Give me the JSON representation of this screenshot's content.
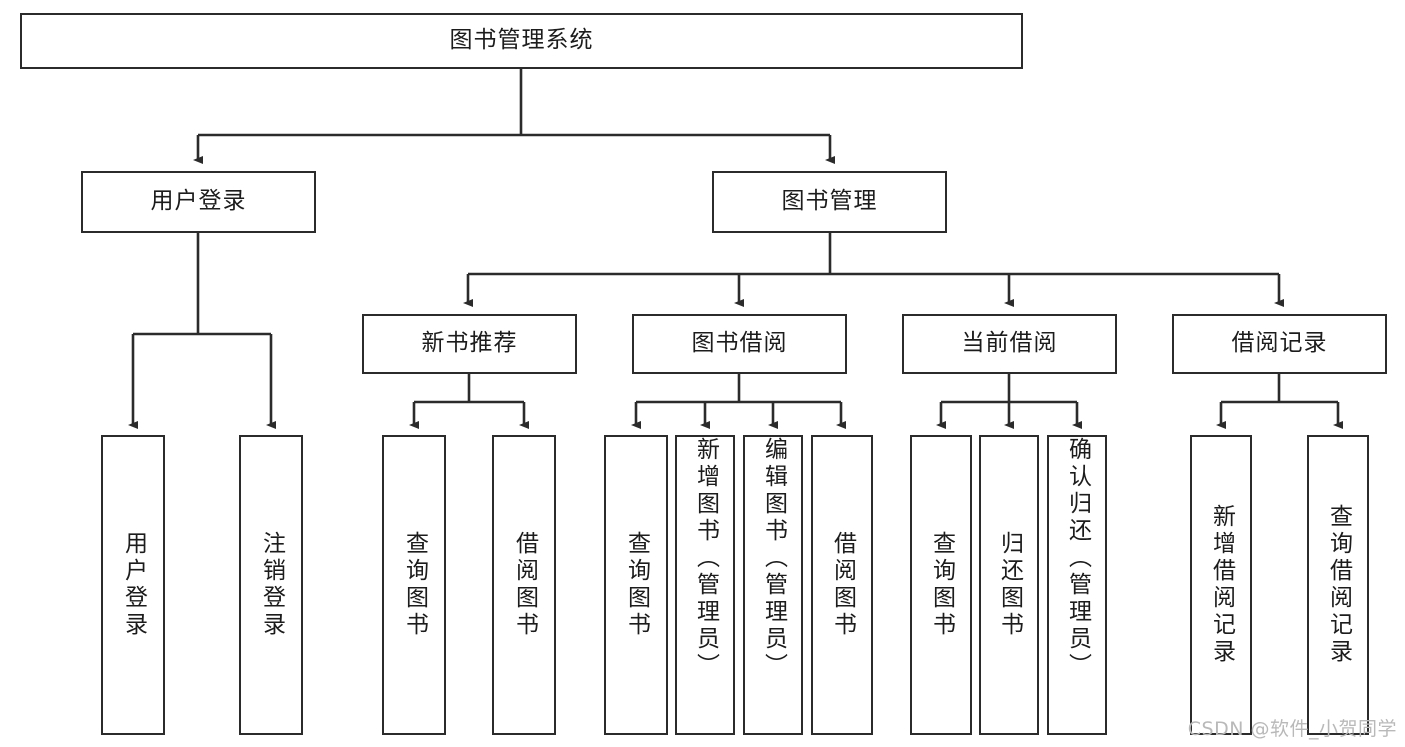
{
  "diagram": {
    "title": "图书管理系统",
    "type": "tree-structure-chart",
    "watermark": "CSDN @软件_小贺同学",
    "colors": {
      "stroke": "#2b2b2b",
      "fill": "#ffffff",
      "text": "#1c1c1c",
      "watermark": "#b9b9b9"
    },
    "nodes": {
      "root": {
        "label": "图书管理系统",
        "level": 1
      },
      "level2": [
        {
          "id": "user-login",
          "label": "用户登录"
        },
        {
          "id": "book-manage",
          "label": "图书管理"
        }
      ],
      "level3": [
        {
          "id": "new-book-recommend",
          "label": "新书推荐"
        },
        {
          "id": "book-borrow",
          "label": "图书借阅"
        },
        {
          "id": "current-borrow",
          "label": "当前借阅"
        },
        {
          "id": "borrow-record",
          "label": "借阅记录"
        }
      ],
      "leaves": {
        "user_login": [
          {
            "id": "leaf-user-login",
            "label": "用户登录"
          },
          {
            "id": "leaf-logout",
            "label": "注销登录"
          }
        ],
        "new_book_recommend": [
          {
            "id": "leaf-query-book-1",
            "label": "查询图书"
          },
          {
            "id": "leaf-borrow-book-1",
            "label": "借阅图书"
          }
        ],
        "book_borrow": [
          {
            "id": "leaf-query-book-2",
            "label": "查询图书"
          },
          {
            "id": "leaf-add-book",
            "label": "新增图书（管理员）"
          },
          {
            "id": "leaf-edit-book",
            "label": "编辑图书（管理员）"
          },
          {
            "id": "leaf-borrow-book-2",
            "label": "借阅图书"
          }
        ],
        "current_borrow": [
          {
            "id": "leaf-query-book-3",
            "label": "查询图书"
          },
          {
            "id": "leaf-return-book",
            "label": "归还图书"
          },
          {
            "id": "leaf-confirm-return",
            "label": "确认归还（管理员）"
          }
        ],
        "borrow_record": [
          {
            "id": "leaf-add-record",
            "label": "新增借阅记录"
          },
          {
            "id": "leaf-query-record",
            "label": "查询借阅记录"
          }
        ]
      }
    }
  }
}
